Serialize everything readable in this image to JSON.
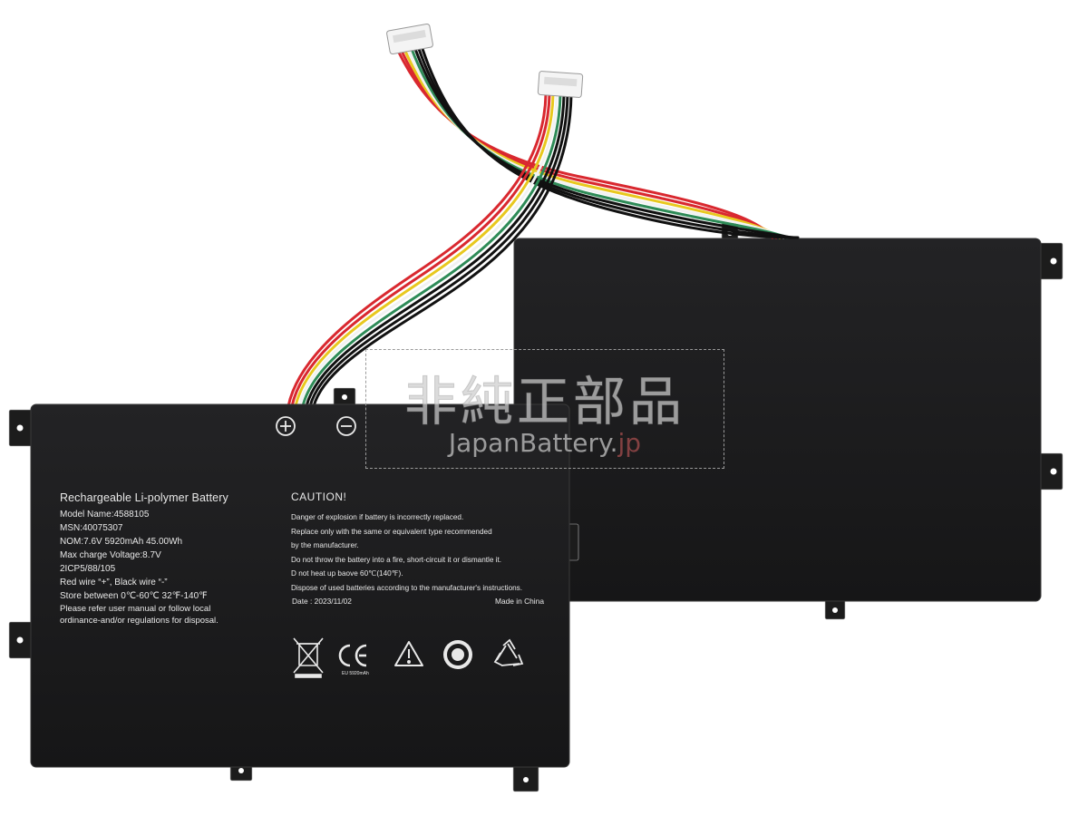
{
  "battery_label": {
    "title": "Rechargeable Li-polymer  Battery",
    "lines": [
      "Model Name:4588105",
      "MSN:40075307",
      "NOM:7.6V   5920mAh   45.00Wh",
      "Max charge Voltage:8.7V",
      "2ICP5/88/105",
      "Red wire “+”, Black wire “-”",
      "Store between 0℃-60℃  32℉-140℉"
    ],
    "notes": [
      "Please refer user manual or follow local",
      "ordinance-and/or regulations for disposal."
    ]
  },
  "caution": {
    "heading": "CAUTION!",
    "lines": [
      "Danger of explosion if battery is incorrectly replaced.",
      "Replace only with the same or equivalent type recommended",
      "by the manufacturer.",
      "Do not throw the battery into a fire, short-circuit it or dismantle it.",
      "D not heat up baove 60℃(140℉).",
      "Dispose of used batteries according to the manufacturer's instructions."
    ],
    "date": "Date : 2023/11/02",
    "origin": "Made in China"
  },
  "symbols": {
    "ce_caption": "EU 5920mAh",
    "icons": [
      "weee-bin-icon",
      "ce-mark-icon",
      "warning-triangle-icon",
      "recycle-badge-icon",
      "recycle-arrows-icon"
    ]
  },
  "terminals": [
    "plus-terminal-icon",
    "minus-terminal-icon"
  ],
  "watermark": {
    "kanji": "非純正部品",
    "site_main": "JapanBattery.",
    "site_tld": "jp"
  },
  "colors": {
    "battery_body": "#1b1b1c",
    "label_text": "#e8e8e8",
    "wire_red": "#d9282f",
    "wire_black": "#111111",
    "wire_green": "#2e8b57",
    "wire_yellow": "#e8c81e",
    "wire_white": "#f2f2f2",
    "background": "#ffffff"
  }
}
